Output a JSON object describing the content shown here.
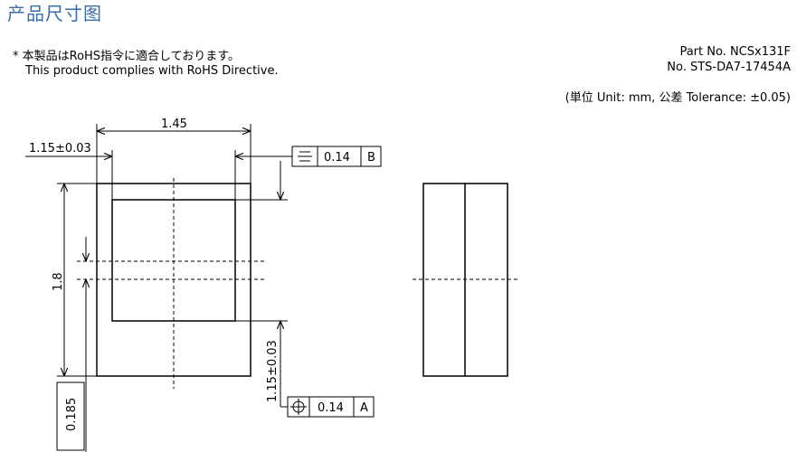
{
  "header": {
    "title": "产品尺寸图"
  },
  "notes": {
    "rohs_jp": "* 本製品はRoHS指令に適合しております。",
    "rohs_en": "This product complies with RoHS Directive."
  },
  "part_info": {
    "part_no": "Part No. NCSx131F",
    "doc_no": "No. STS-DA7-17454A"
  },
  "units": {
    "text": "(単位 Unit: mm,  公差 Tolerance: ±0.05)"
  },
  "dimensions": {
    "width_top": "1.45",
    "inset_left": "1.15±0.03",
    "height_left": "1.8",
    "inset_vertical": "1.15±0.03",
    "edge_thickness": "0.185"
  },
  "tolerance_frames": [
    {
      "symbol": "symmetry",
      "value": "0.14",
      "datum": "B"
    },
    {
      "symbol": "position",
      "value": "0.14",
      "datum": "A"
    }
  ]
}
